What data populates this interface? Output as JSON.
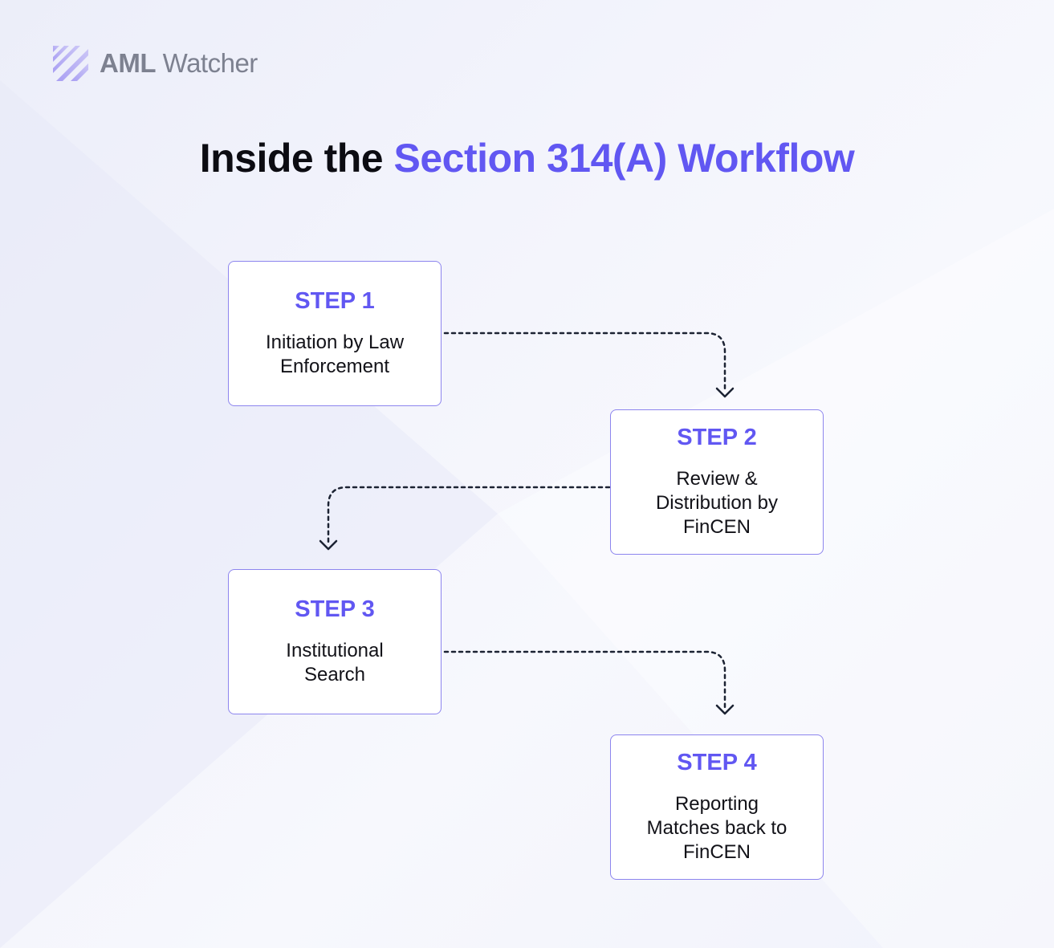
{
  "brand": {
    "name_bold": "AML",
    "name_light": " Watcher",
    "accent_color": "#6157f2",
    "logo_icon": "diagonal-stripes-logo-icon"
  },
  "title": {
    "lead": "Inside the ",
    "highlight": "Section 314(A) Workflow"
  },
  "steps": [
    {
      "label": "STEP 1",
      "lines": [
        "Initiation by Law",
        "Enforcement"
      ]
    },
    {
      "label": "STEP 2",
      "lines": [
        "Review &",
        "Distribution by",
        "FinCEN"
      ]
    },
    {
      "label": "STEP 3",
      "lines": [
        "Institutional",
        "Search"
      ]
    },
    {
      "label": "STEP 4",
      "lines": [
        "Reporting",
        "Matches back to",
        "FinCEN"
      ]
    }
  ],
  "connectors": [
    {
      "from": "STEP 1",
      "to": "STEP 2",
      "style": "dotted-arrow"
    },
    {
      "from": "STEP 2",
      "to": "STEP 3",
      "style": "dotted-arrow"
    },
    {
      "from": "STEP 3",
      "to": "STEP 4",
      "style": "dotted-arrow"
    }
  ]
}
